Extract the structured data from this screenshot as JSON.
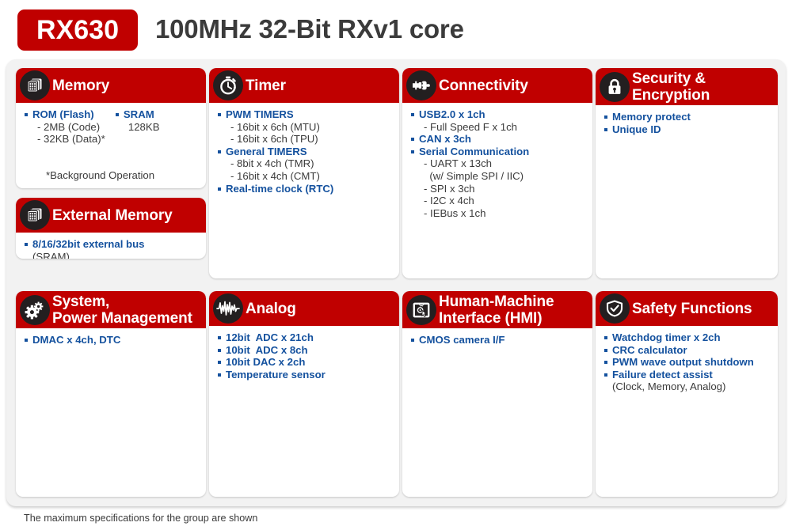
{
  "header": {
    "chip_name": "RX630",
    "title": "100MHz 32-Bit RXv1 core",
    "badge_color": "#C00000",
    "title_color": "#3B3B3B"
  },
  "colors": {
    "panel_header_red": "#C00000",
    "bullet_blue": "#14519E",
    "sub_text": "#3B3B3B",
    "board_bg": "#F2F2F2",
    "icon_circle": "#231F20"
  },
  "panels": {
    "memory": {
      "title": "Memory",
      "icon": "memory-chip-icon",
      "col_a": [
        {
          "type": "main",
          "text": "ROM (Flash)"
        },
        {
          "type": "sub",
          "text": "- 2MB (Code)"
        },
        {
          "type": "sub",
          "text": "- 32KB (Data)*"
        }
      ],
      "col_b": [
        {
          "type": "main",
          "text": "SRAM"
        },
        {
          "type": "sub",
          "text": "128KB"
        }
      ],
      "footnote": "*Background Operation"
    },
    "external_memory": {
      "title": "External Memory",
      "icon": "memory-chip-icon",
      "items": [
        {
          "type": "main",
          "text": "8/16/32bit external bus"
        },
        {
          "type": "plain",
          "text": "(SRAM)"
        }
      ]
    },
    "timer": {
      "title": "Timer",
      "icon": "stopwatch-icon",
      "items": [
        {
          "type": "main",
          "text": "PWM TIMERS"
        },
        {
          "type": "sub",
          "text": "- 16bit x 6ch (MTU)"
        },
        {
          "type": "sub",
          "text": "- 16bit x 6ch (TPU)"
        },
        {
          "type": "main",
          "text": "General TIMERS"
        },
        {
          "type": "sub",
          "text": "- 8bit x 4ch (TMR)"
        },
        {
          "type": "sub",
          "text": "- 16bit x 4ch (CMT)"
        },
        {
          "type": "main",
          "text": "Real-time clock (RTC)"
        }
      ]
    },
    "connectivity": {
      "title": "Connectivity",
      "icon": "plug-connector-icon",
      "items": [
        {
          "type": "main",
          "text": "USB2.0 x 1ch"
        },
        {
          "type": "sub",
          "text": "- Full Speed F x 1ch"
        },
        {
          "type": "main",
          "text": "CAN x 3ch"
        },
        {
          "type": "main",
          "text": "Serial Communication"
        },
        {
          "type": "sub",
          "text": "- UART x 13ch"
        },
        {
          "type": "sub",
          "text": "  (w/ Simple SPI / IIC)"
        },
        {
          "type": "sub",
          "text": "- SPI x 3ch"
        },
        {
          "type": "sub",
          "text": "- I2C x 4ch"
        },
        {
          "type": "sub",
          "text": "- IEBus x 1ch"
        }
      ]
    },
    "security": {
      "title": "Security &\nEncryption",
      "icon": "padlock-icon",
      "items": [
        {
          "type": "main",
          "text": "Memory protect"
        },
        {
          "type": "main",
          "text": "Unique ID"
        }
      ]
    },
    "system_power": {
      "title": "System,\nPower Management",
      "icon": "gears-icon",
      "items": [
        {
          "type": "main",
          "text": "DMAC x 4ch, DTC"
        }
      ]
    },
    "analog": {
      "title": "Analog",
      "icon": "waveform-icon",
      "items": [
        {
          "type": "main",
          "text": "12bit  ADC x 21ch"
        },
        {
          "type": "main",
          "text": "10bit  ADC x 8ch"
        },
        {
          "type": "main",
          "text": "10bit DAC x 2ch"
        },
        {
          "type": "main",
          "text": "Temperature sensor"
        }
      ]
    },
    "hmi": {
      "title": "Human-Machine\nInterface (HMI)",
      "icon": "touchscreen-icon",
      "items": [
        {
          "type": "main",
          "text": "CMOS camera I/F"
        }
      ]
    },
    "safety": {
      "title": "Safety Functions",
      "icon": "shield-check-icon",
      "items": [
        {
          "type": "main",
          "text": "Watchdog timer x 2ch"
        },
        {
          "type": "main",
          "text": "CRC calculator"
        },
        {
          "type": "main",
          "text": "PWM wave output shutdown"
        },
        {
          "type": "main",
          "text": "Failure detect assist"
        },
        {
          "type": "plain",
          "text": "(Clock, Memory, Analog)"
        }
      ]
    }
  },
  "footnote": "The maximum specifications for the group are shown"
}
